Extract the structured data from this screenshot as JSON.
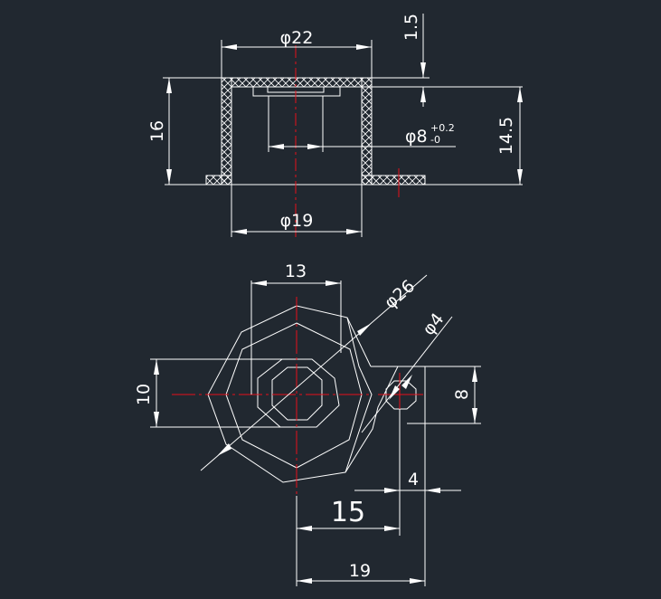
{
  "colors": {
    "background": "#212830",
    "lines": "#ffffff",
    "centerlines": "#e8101a"
  },
  "dimensions": {
    "top_diameter": "φ22",
    "top_height": "16",
    "top_wall": "1.5",
    "top_inner_height": "14.5",
    "top_hole_main": "φ8",
    "top_hole_tol_upper": "+0.2",
    "top_hole_tol_lower": "-0",
    "bottom_diameter": "φ19",
    "plan_width": "13",
    "plan_outer_diameter": "φ26",
    "plan_hole": "φ4",
    "plan_height": "10",
    "tab_height": "8",
    "tab_width": "4",
    "offset_hole": "15",
    "offset_total": "19"
  }
}
